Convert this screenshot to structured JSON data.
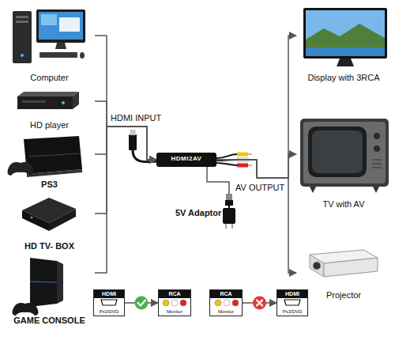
{
  "diagram": {
    "nodes": [
      {
        "text": [
          "Computer"
        ]
      },
      {
        "text": [
          "HD player"
        ]
      },
      {
        "text": [
          "PS3"
        ]
      },
      {
        "text": [
          "HD TV- BOX"
        ]
      },
      {
        "text": [
          "GAME CONSOLE"
        ]
      },
      {
        "text": [
          "HDMI2AV"
        ]
      },
      {
        "text": [
          "5V Adaptor"
        ]
      },
      {
        "text": [
          "Display with 3RCA"
        ]
      },
      {
        "text": [
          "TV with AV"
        ]
      },
      {
        "text": [
          "Projector"
        ]
      },
      {
        "text": [
          "HDMI",
          "Ps3/DVD"
        ]
      },
      {
        "text": [
          "RCA",
          "Monitor"
        ]
      },
      {
        "text": [
          "RCA",
          "Monitor"
        ]
      },
      {
        "text": [
          "HDMI",
          "Ps3/DVD"
        ]
      }
    ],
    "edges": [
      {
        "from": 0,
        "to": 5,
        "arrow": "to"
      },
      {
        "from": 1,
        "to": 5,
        "arrow": "to"
      },
      {
        "from": 2,
        "to": 5,
        "arrow": "to"
      },
      {
        "from": 3,
        "to": 5,
        "arrow": "to"
      },
      {
        "from": 4,
        "to": 5,
        "arrow": "to"
      },
      {
        "from": 5,
        "to": 6,
        "arrow": "none"
      },
      {
        "from": 5,
        "to": 7,
        "arrow": "to"
      },
      {
        "from": 5,
        "to": 8,
        "arrow": "to"
      },
      {
        "from": 5,
        "to": 9,
        "arrow": "to"
      },
      {
        "from": 10,
        "to": 11,
        "arrow": "to"
      },
      {
        "from": 12,
        "to": 13,
        "arrow": "to"
      }
    ],
    "labels": [
      "HDMI INPUT",
      "AV OUTPUT"
    ]
  }
}
